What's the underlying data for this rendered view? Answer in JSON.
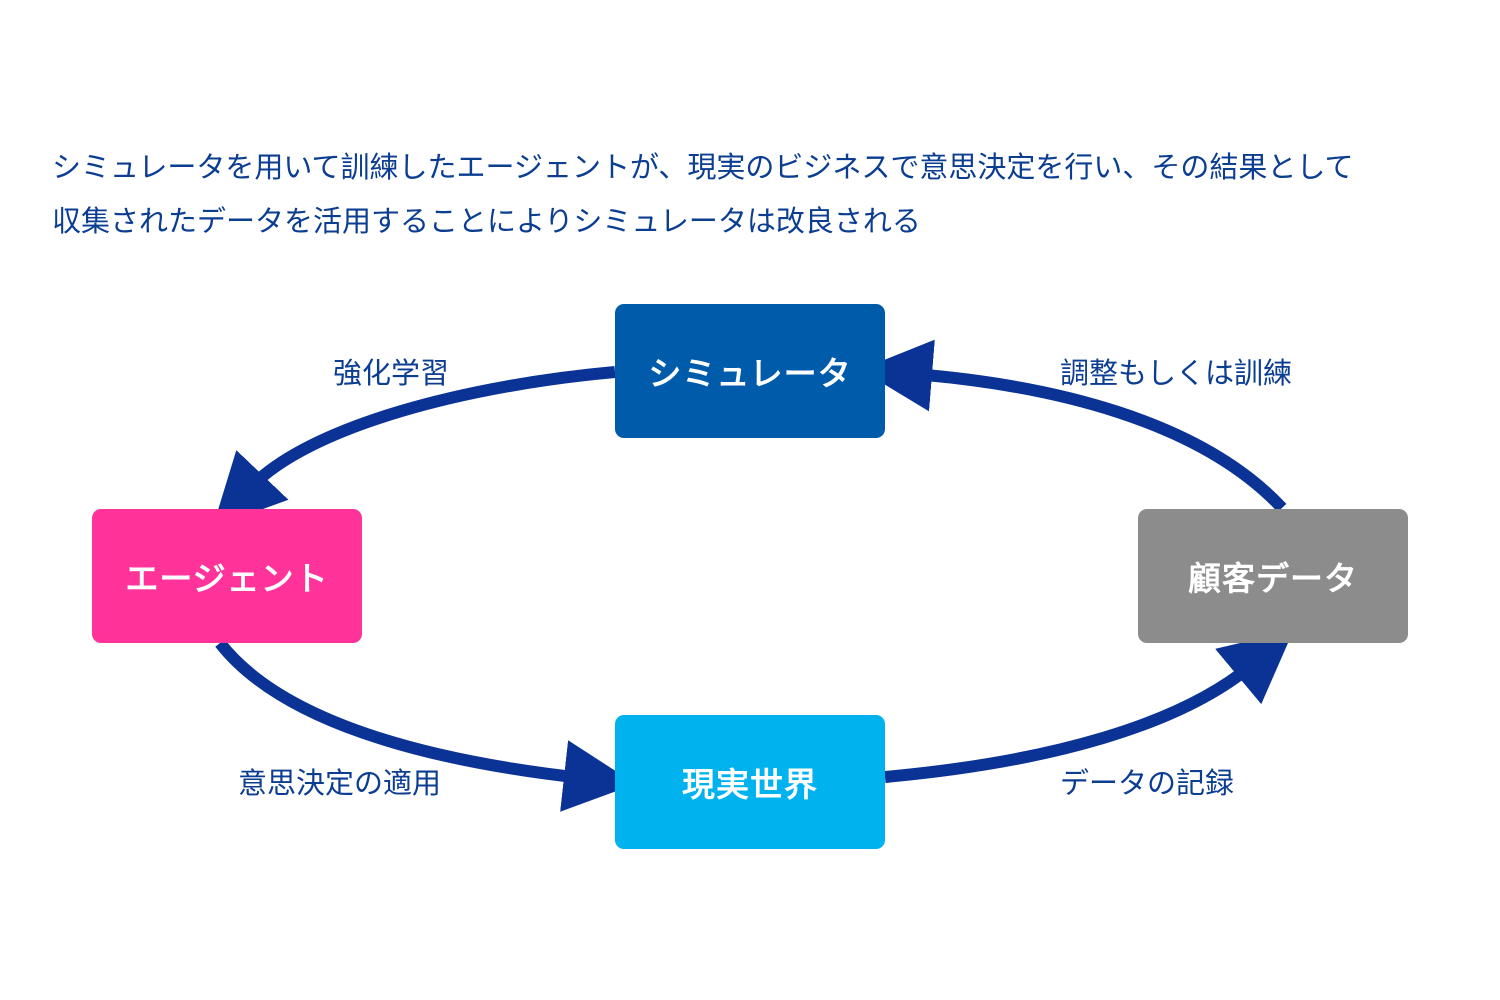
{
  "caption": {
    "line1": "シミュレータを用いて訓練したエージェントが、現実のビジネスで意思決定を行い、その結果として",
    "line2": "収集されたデータを活用することによりシミュレータは改良される"
  },
  "nodes": {
    "simulator": {
      "label": "シミュレータ",
      "color": "#005bab"
    },
    "agent": {
      "label": "エージェント",
      "color": "#ff3399"
    },
    "customer_data": {
      "label": "顧客データ",
      "color": "#8c8c8c"
    },
    "real_world": {
      "label": "現実世界",
      "color": "#00b2ee"
    }
  },
  "edges": {
    "reinforcement_learning": "強化学習",
    "adjust_or_train": "調整もしくは訓練",
    "apply_decision": "意思決定の適用",
    "record_data": "データの記録"
  },
  "colors": {
    "arrow": "#0b3396",
    "text": "#0b3d91"
  }
}
